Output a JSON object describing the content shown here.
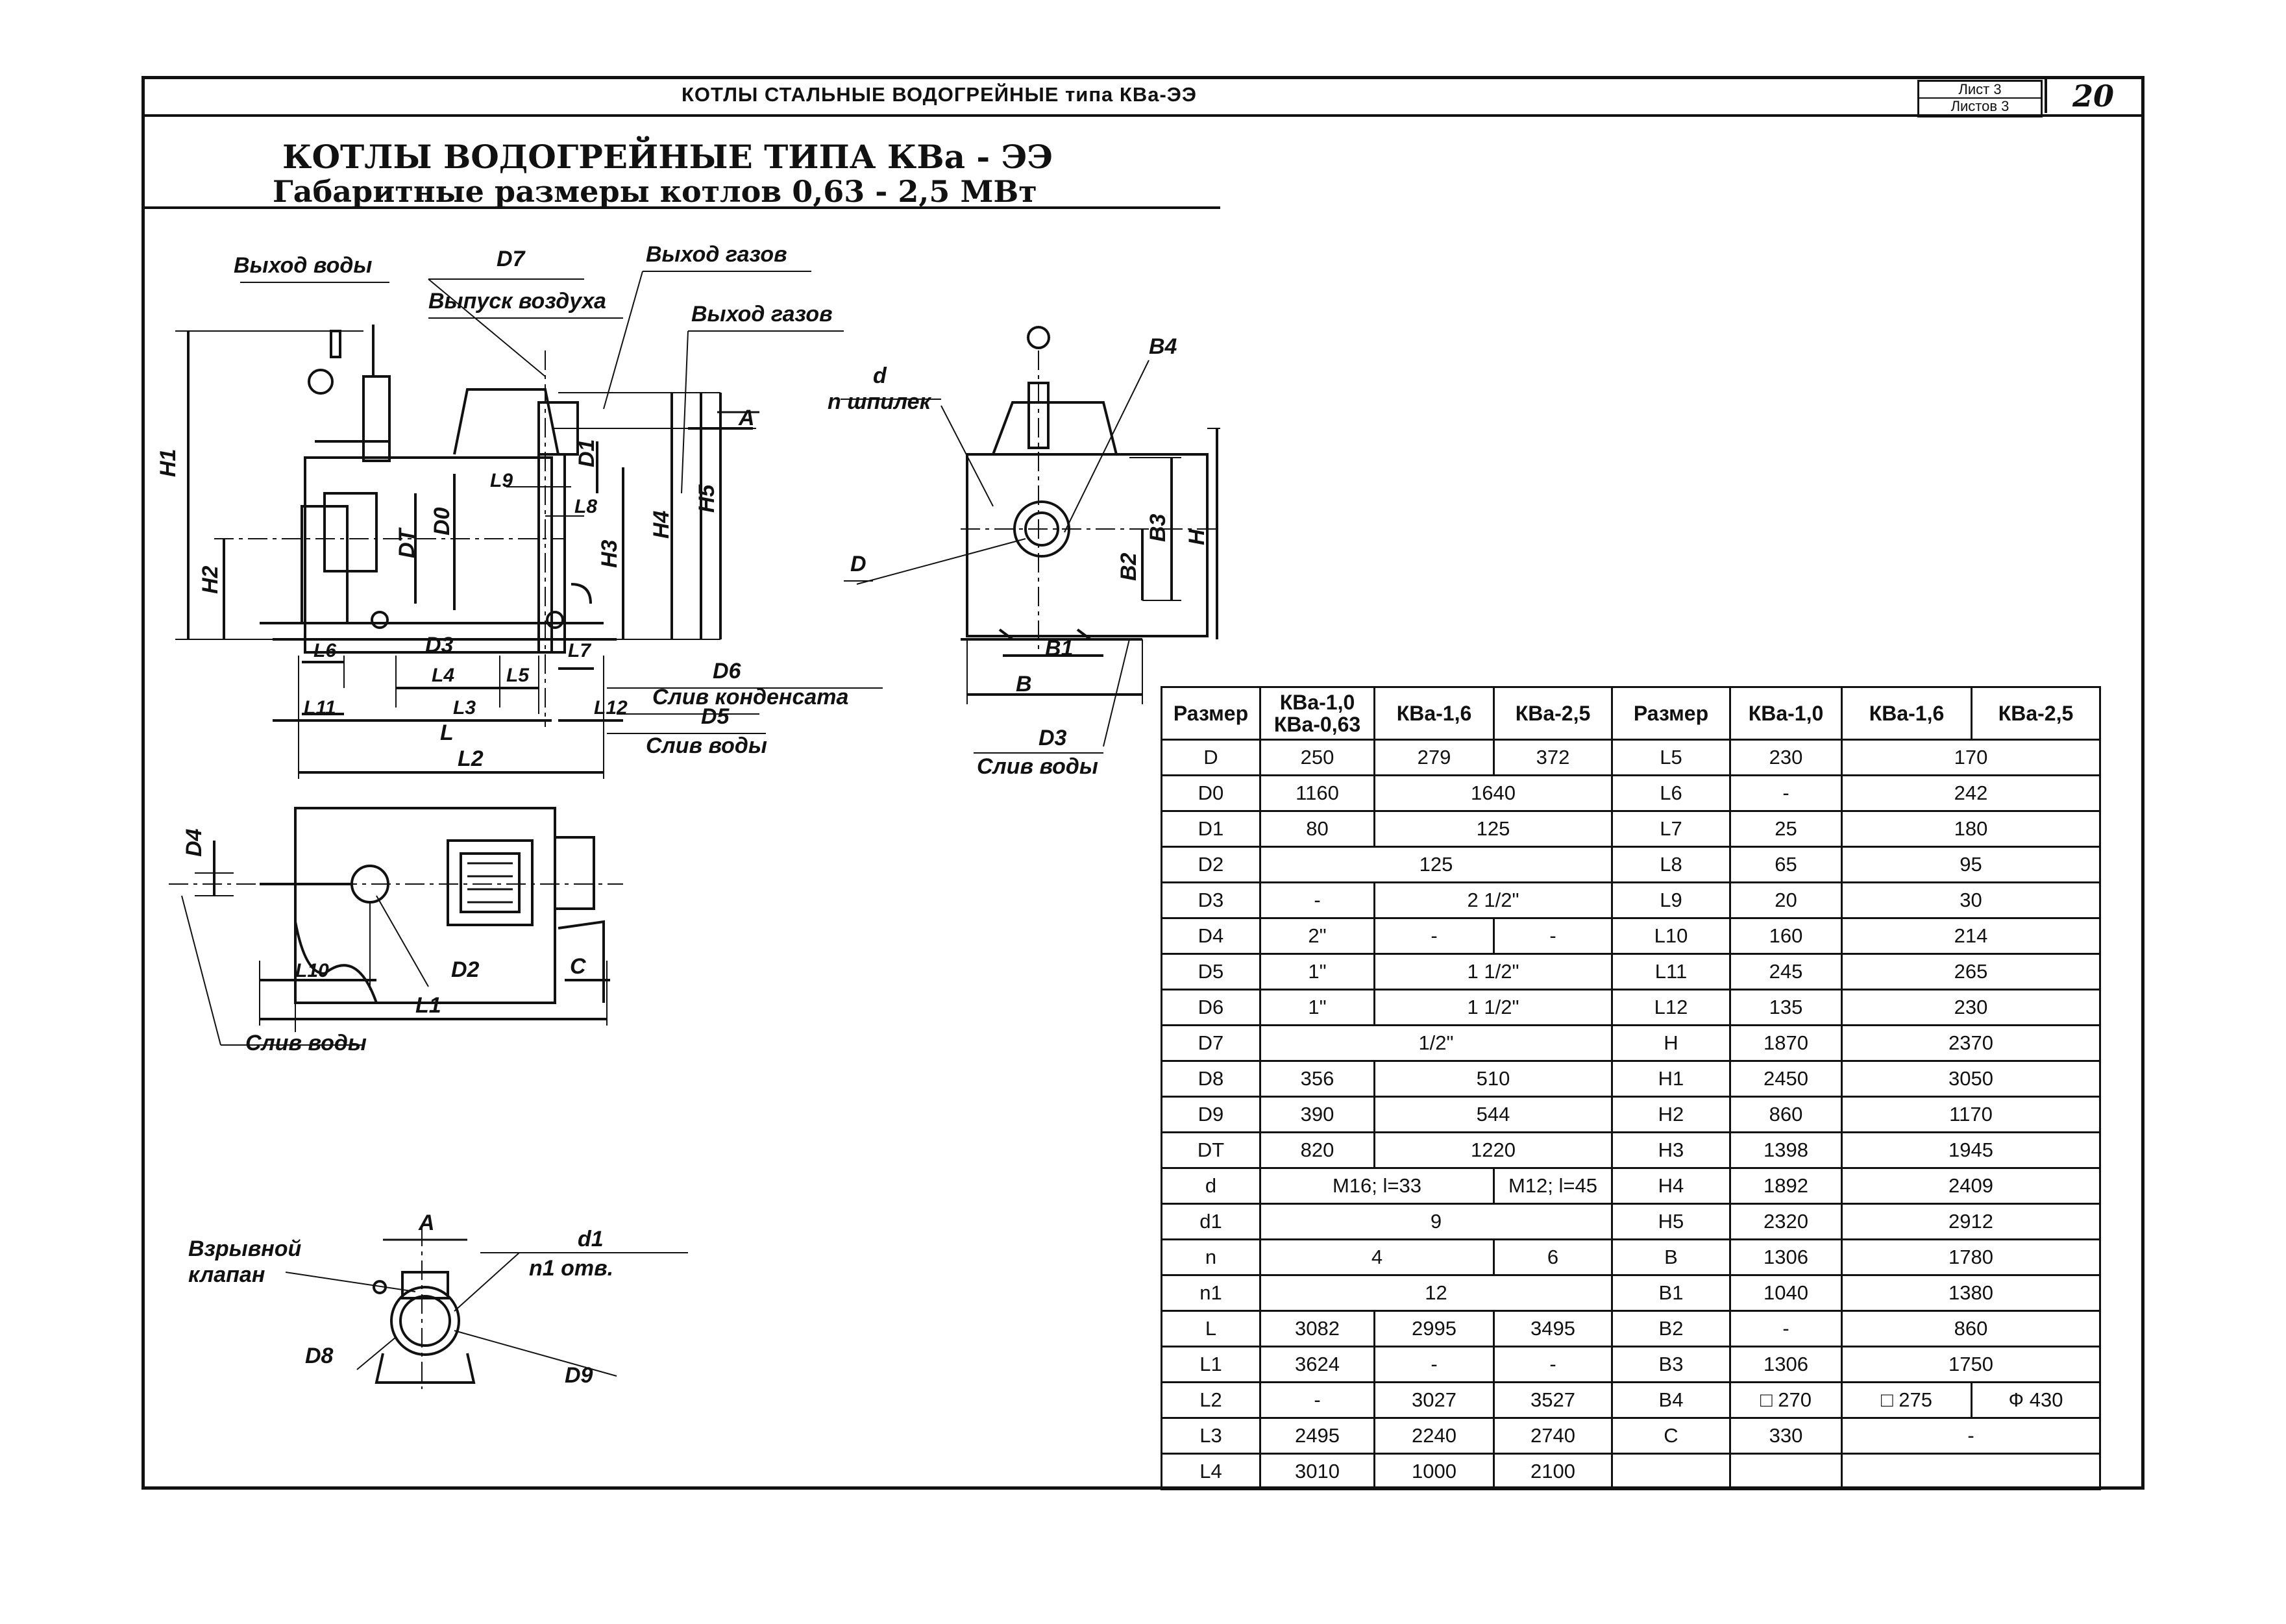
{
  "header": {
    "title": "КОТЛЫ  СТАЛЬНЫЕ ВОДОГРЕЙНЫЕ типа КВа-ЭЭ",
    "sheet": "Лист 3",
    "sheets": "Листов 3",
    "page": "20"
  },
  "title": {
    "line1": "КОТЛЫ ВОДОГРЕЙНЫЕ ТИПА КВа - ЭЭ",
    "line2": "Габаритные размеры котлов 0,63 - 2,5 МВт"
  },
  "labels": {
    "water_out": "Выход воды",
    "d7": "D7",
    "gas_out1": "Выход газов",
    "air_release": "Выпуск воздуха",
    "gas_out2": "Выход газов",
    "A": "A",
    "d": "d",
    "n_studs": "n шпилек",
    "b4": "B4",
    "D": "D",
    "h": "H",
    "b3": "B3",
    "b2": "B2",
    "b1": "B1",
    "B": "B",
    "d3": "D3",
    "drain_water": "Слив воды",
    "h1": "H1",
    "h2": "H2",
    "h3": "H3",
    "h4": "H4",
    "h5": "H5",
    "d0": "D0",
    "dt": "DT",
    "d1": "D1",
    "l9": "L9",
    "l8": "L8",
    "l6": "L6",
    "l4": "L4",
    "l5": "L5",
    "l7": "L7",
    "l3": "L3",
    "l11": "L11",
    "l12": "L12",
    "L": "L",
    "l2": "L2",
    "d6": "D6",
    "condensate": "Слив конденсата",
    "d5": "D5",
    "drain_water2": "Слив воды",
    "d4": "D4",
    "l10": "L10",
    "d2": "D2",
    "C": "C",
    "l1": "L1",
    "drain_water3": "Слив воды",
    "A2": "A",
    "explosive_valve1": "Взрывной",
    "explosive_valve2": "клапан",
    "d1small": "d1",
    "n1holes": "n1  отв.",
    "d8": "D8",
    "d9": "D9",
    "d3b": "D3"
  },
  "table": {
    "headers": [
      "Размер",
      "КВа-1,0\nКВа-0,63",
      "КВа-1,6",
      "КВа-2,5",
      "Размер",
      "КВа-1,0",
      "КВа-1,6",
      "КВа-2,5"
    ],
    "left": [
      {
        "name": "D",
        "c1": "250",
        "c2": "279",
        "c3": "372"
      },
      {
        "name": "D0",
        "c1": "1160",
        "c23": "1640"
      },
      {
        "name": "D1",
        "c1": "80",
        "c23": "125"
      },
      {
        "name": "D2",
        "c123": "125"
      },
      {
        "name": "D3",
        "c1": "-",
        "c23": "2 1/2\""
      },
      {
        "name": "D4",
        "c1": "2\"",
        "c2": "-",
        "c3": "-"
      },
      {
        "name": "D5",
        "c1": "1\"",
        "c23": "1 1/2\""
      },
      {
        "name": "D6",
        "c1": "1\"",
        "c23": "1 1/2\""
      },
      {
        "name": "D7",
        "c123": "1/2\""
      },
      {
        "name": "D8",
        "c1": "356",
        "c23": "510"
      },
      {
        "name": "D9",
        "c1": "390",
        "c23": "544"
      },
      {
        "name": "DT",
        "c1": "820",
        "c23": "1220"
      },
      {
        "name": "d",
        "c12": "M16; l=33",
        "c3": "M12; l=45"
      },
      {
        "name": "d1",
        "c123": "9"
      },
      {
        "name": "n",
        "c12": "4",
        "c3": "6"
      },
      {
        "name": "n1",
        "c123": "12"
      },
      {
        "name": "L",
        "c1": "3082",
        "c2": "2995",
        "c3": "3495"
      },
      {
        "name": "L1",
        "c1": "3624",
        "c2": "-",
        "c3": "-"
      },
      {
        "name": "L2",
        "c1": "-",
        "c2": "3027",
        "c3": "3527"
      },
      {
        "name": "L3",
        "c1": "2495",
        "c2": "2240",
        "c3": "2740"
      },
      {
        "name": "L4",
        "c1": "3010",
        "c2": "1000",
        "c3": "2100"
      }
    ],
    "right": [
      {
        "name": "L5",
        "c1": "230",
        "c23": "170"
      },
      {
        "name": "L6",
        "c1": "-",
        "c23": "242"
      },
      {
        "name": "L7",
        "c1": "25",
        "c23": "180"
      },
      {
        "name": "L8",
        "c1": "65",
        "c23": "95"
      },
      {
        "name": "L9",
        "c1": "20",
        "c23": "30"
      },
      {
        "name": "L10",
        "c1": "160",
        "c23": "214"
      },
      {
        "name": "L11",
        "c1": "245",
        "c23": "265"
      },
      {
        "name": "L12",
        "c1": "135",
        "c23": "230"
      },
      {
        "name": "H",
        "c1": "1870",
        "c23": "2370"
      },
      {
        "name": "H1",
        "c1": "2450",
        "c23": "3050"
      },
      {
        "name": "H2",
        "c1": "860",
        "c23": "1170"
      },
      {
        "name": "H3",
        "c1": "1398",
        "c23": "1945"
      },
      {
        "name": "H4",
        "c1": "1892",
        "c23": "2409"
      },
      {
        "name": "H5",
        "c1": "2320",
        "c23": "2912"
      },
      {
        "name": "B",
        "c1": "1306",
        "c23": "1780"
      },
      {
        "name": "B1",
        "c1": "1040",
        "c23": "1380"
      },
      {
        "name": "B2",
        "c1": "-",
        "c23": "860"
      },
      {
        "name": "B3",
        "c1": "1306",
        "c23": "1750"
      },
      {
        "name": "B4",
        "c1": "□ 270",
        "c2": "□ 275",
        "c3": "Ф 430"
      },
      {
        "name": "C",
        "c1": "330",
        "c23": "-"
      },
      {
        "name": "",
        "c1": "",
        "c23": ""
      }
    ]
  }
}
